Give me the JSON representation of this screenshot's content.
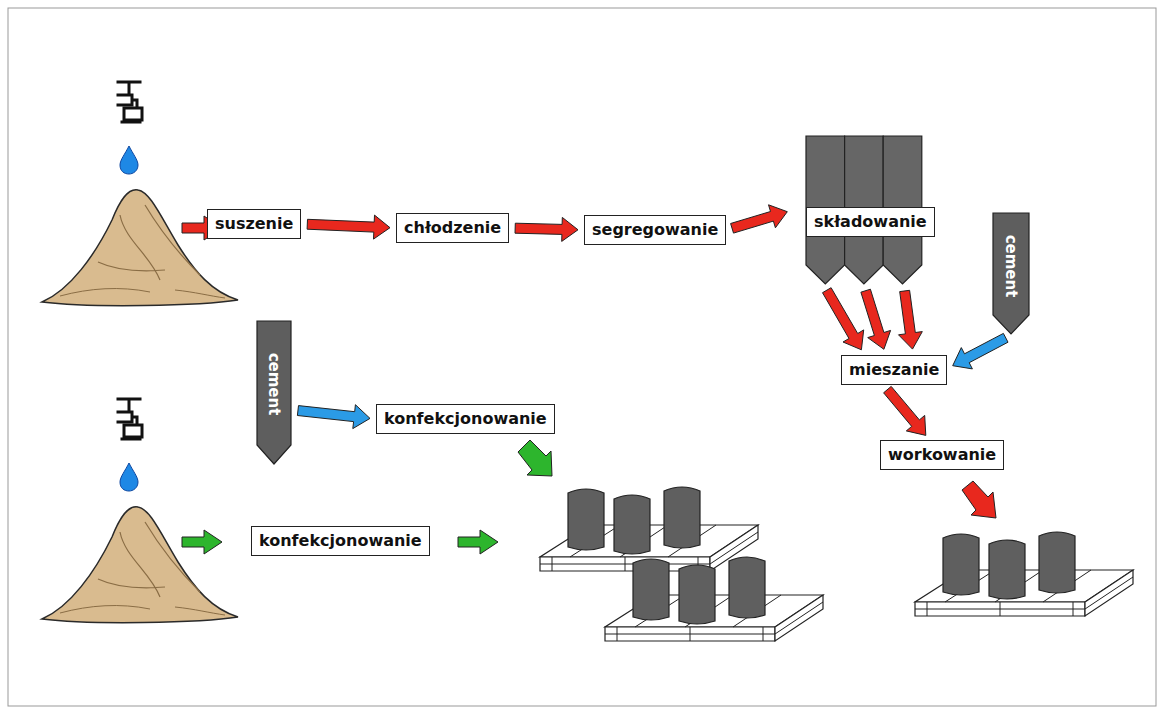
{
  "diagram": {
    "nodes": [
      {
        "text": [
          "suszenie"
        ]
      },
      {
        "text": [
          "chłodzenie"
        ]
      },
      {
        "text": [
          "segregowanie"
        ]
      },
      {
        "text": [
          "składowanie"
        ]
      },
      {
        "text": [
          "cement"
        ]
      },
      {
        "text": [
          "mieszanie"
        ]
      },
      {
        "text": [
          "workowanie"
        ]
      },
      {
        "text": [
          "cement"
        ]
      },
      {
        "text": [
          "konfekcjonowanie"
        ]
      },
      {
        "text": [
          "konfekcjonowanie"
        ]
      }
    ],
    "edges": [
      {
        "from": 0,
        "to": 1,
        "arrow": "to"
      },
      {
        "from": 1,
        "to": 2,
        "arrow": "to"
      },
      {
        "from": 2,
        "to": 3,
        "arrow": "to"
      },
      {
        "from": 3,
        "to": 5,
        "arrow": "to"
      },
      {
        "from": 3,
        "to": 5,
        "arrow": "to"
      },
      {
        "from": 3,
        "to": 5,
        "arrow": "to"
      },
      {
        "from": 4,
        "to": 5,
        "arrow": "to"
      },
      {
        "from": 5,
        "to": 6,
        "arrow": "to"
      },
      {
        "from": 7,
        "to": 8,
        "arrow": "to"
      }
    ]
  }
}
